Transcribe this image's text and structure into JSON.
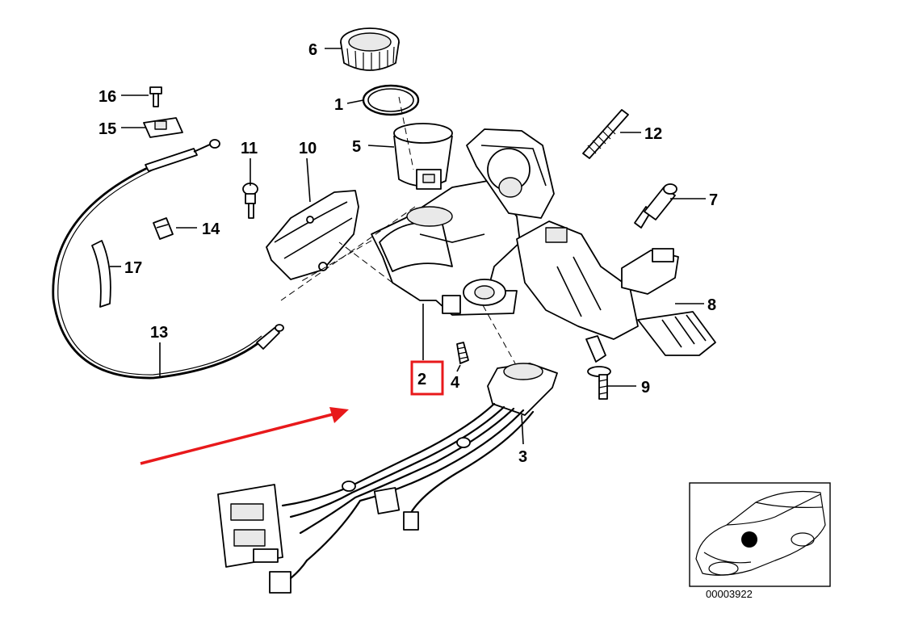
{
  "callouts": {
    "n1": "1",
    "n2": "2",
    "n3": "3",
    "n4": "4",
    "n5": "5",
    "n6": "6",
    "n7": "7",
    "n8": "8",
    "n9": "9",
    "n10": "10",
    "n11": "11",
    "n12": "12",
    "n13": "13",
    "n14": "14",
    "n15": "15",
    "n16": "16",
    "n17": "17"
  },
  "highlighted_callout": "2",
  "highlight_color": "#e8191b",
  "arrow_color": "#e8191b",
  "diagram_number": "00003922"
}
